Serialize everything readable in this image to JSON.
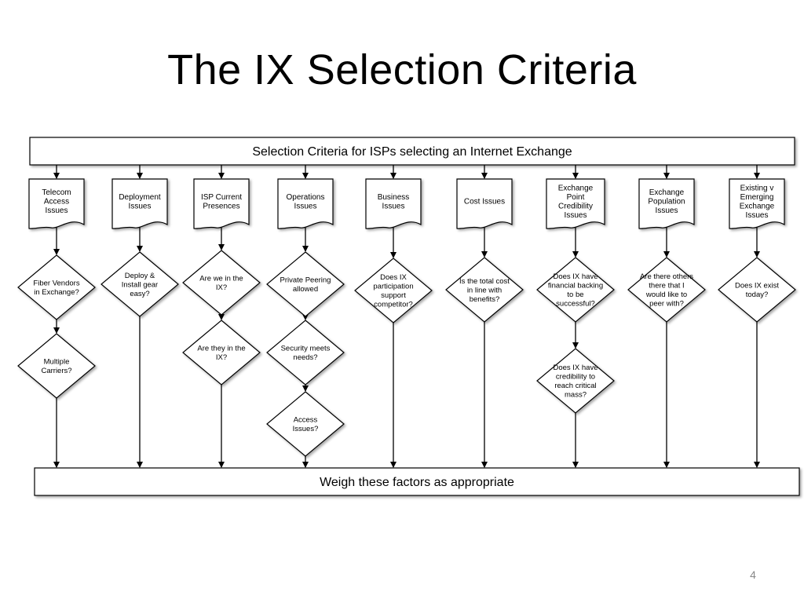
{
  "title": "The IX Selection Criteria",
  "page_number": "4",
  "diagram": {
    "top_box": "Selection Criteria for ISPs selecting an Internet Exchange",
    "bottom_box": "Weigh these factors as appropriate",
    "columns": [
      {
        "doc": [
          "Telecom",
          "Access",
          "Issues"
        ],
        "decisions": [
          [
            "Fiber Vendors",
            "in Exchange?"
          ],
          [
            "Multiple",
            "Carriers?"
          ]
        ]
      },
      {
        "doc": [
          "Deployment",
          "Issues"
        ],
        "decisions": [
          [
            "Deploy &",
            "Install gear",
            "easy?"
          ]
        ]
      },
      {
        "doc": [
          "ISP Current",
          "Presences"
        ],
        "decisions": [
          [
            "Are we in the",
            "IX?"
          ],
          [
            "Are they in the",
            "IX?"
          ]
        ]
      },
      {
        "doc": [
          "Operations",
          "Issues"
        ],
        "decisions": [
          [
            "Private Peering",
            "allowed"
          ],
          [
            "Security meets",
            "needs?"
          ],
          [
            "Access",
            "Issues?"
          ]
        ]
      },
      {
        "doc": [
          "Business",
          "Issues"
        ],
        "decisions": [
          [
            "Does IX",
            "participation",
            "support",
            "competitor?"
          ]
        ]
      },
      {
        "doc": [
          "Cost Issues"
        ],
        "decisions": [
          [
            "Is the total cost",
            "in line with",
            "benefits?"
          ]
        ]
      },
      {
        "doc": [
          "Exchange",
          "Point",
          "Credibility",
          "Issues"
        ],
        "decisions": [
          [
            "Does IX have",
            "financial backing",
            "to be",
            "successful?"
          ],
          [
            "Does IX have",
            "credibility to",
            "reach critical",
            "mass?"
          ]
        ]
      },
      {
        "doc": [
          "Exchange",
          "Population",
          "Issues"
        ],
        "decisions": [
          [
            "Are there others",
            "there that I",
            "would like to",
            "peer with?"
          ]
        ]
      },
      {
        "doc": [
          "Existing v",
          "Emerging",
          "Exchange",
          "Issues"
        ],
        "decisions": [
          [
            "Does IX exist",
            "today?"
          ]
        ]
      }
    ]
  }
}
